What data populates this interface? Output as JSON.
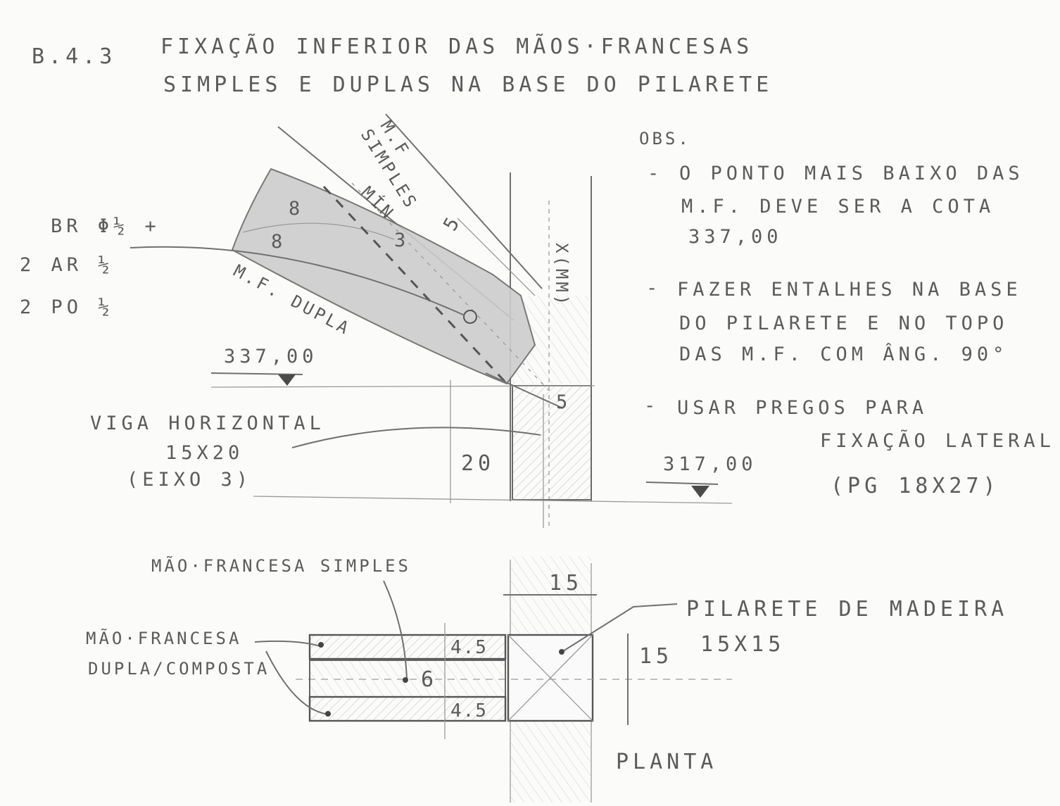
{
  "header": {
    "code": "B.4.3",
    "title_line1": "FIXAÇÃO INFERIOR DAS MÃOS·FRANCESAS",
    "title_line2": "SIMPLES E DUPLAS NA BASE DO PILARETE"
  },
  "elevation": {
    "mf_simples_1": "M.F",
    "mf_simples_2": "SIMPLES",
    "mf_dupla": "M.F. DUPLA",
    "min_label": "MÍN",
    "dim_8a": "8",
    "dim_8b": "8",
    "dim_3": "3",
    "dim_5": "5",
    "dim_5b": "5",
    "x_mm": "X(mm)",
    "dim_20": "20",
    "level_337": "337,00",
    "level_317": "317,00",
    "bolt_line1": "BR ϕ½ +",
    "bolt_line2": "2 AR ½",
    "bolt_line3": "2 PO ½",
    "beam_line1": "VIGA HORIZONTAL",
    "beam_line2": "15x20",
    "beam_line3": "(EIXO 3)"
  },
  "notes": {
    "heading": "OBS.",
    "items": [
      {
        "dash": "-",
        "lines": [
          "O PONTO MAIS BAIXO DAS",
          "M.F. DEVE SER A COTA",
          "337,00"
        ]
      },
      {
        "dash": "-",
        "lines": [
          "FAZER ENTALHES NA BASE",
          "DO PILARETE E NO TOPO",
          "DAS M.F. COM ÂNG. 90°"
        ]
      },
      {
        "dash": "-",
        "lines": [
          "USAR PREGOS PARA",
          "FIXAÇÃO LATERAL",
          "(PG 18x27)"
        ]
      }
    ]
  },
  "plan": {
    "mf_simples": "MÃO·FRANCESA SIMPLES",
    "mf_dupla_1": "MÃO·FRANCESA",
    "mf_dupla_2": "DUPLA/COMPOSTA",
    "dim_15_top": "15",
    "dim_15_side": "15",
    "dim_45_top": "4.5",
    "dim_6": "6",
    "dim_45_bot": "4.5",
    "post_1": "PILARETE DE MADEIRA",
    "post_2": "15x15",
    "view_label": "PLANTA"
  },
  "colors": {
    "paper": "#fbfbfa",
    "pencil": "#5b5b5b",
    "shade": "#c9c9c9"
  }
}
